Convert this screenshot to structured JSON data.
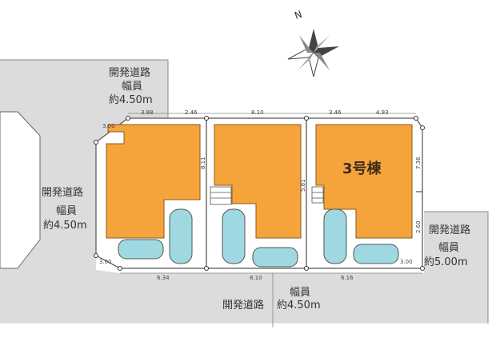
{
  "compass": {
    "north_label": "N"
  },
  "roads": [
    {
      "name": "開発道路",
      "width_label": "幅員",
      "width": "約4.50m"
    },
    {
      "name": "開発道路",
      "width_label": "幅員",
      "width": "約4.50m"
    },
    {
      "name": "開発道路",
      "width_label": "幅員",
      "width": "約5.00m"
    },
    {
      "name": "開発道路",
      "width_label": "幅員",
      "width": "約4.50m"
    }
  ],
  "highlighted_unit": "3号棟",
  "dimensions": {
    "top": [
      "3.88",
      "2.46",
      "8.10",
      "3.46",
      "4.93"
    ],
    "bottom": [
      "3.00",
      "6.34",
      "8.10",
      "6.16",
      "3.00"
    ],
    "left_side": "3.00",
    "middle": [
      "8.11",
      "5.81"
    ],
    "right_side": "7.36",
    "right_lower": "2.60"
  },
  "colors": {
    "road": "#dcdcdc",
    "building": "#f5a43c",
    "building_edge": "#8a5a1a",
    "car": "#9fd8e0",
    "lot_line": "#555555"
  }
}
